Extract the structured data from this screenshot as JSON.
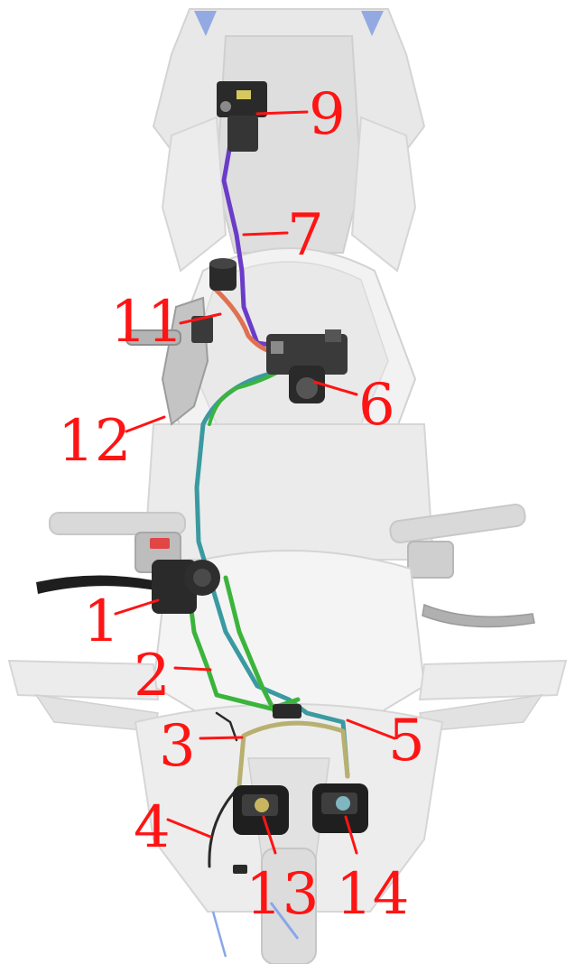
{
  "callouts": [
    {
      "id": "label-1",
      "text": "1"
    },
    {
      "id": "label-2",
      "text": "2"
    },
    {
      "id": "label-3",
      "text": "3"
    },
    {
      "id": "label-4",
      "text": "4"
    },
    {
      "id": "label-5",
      "text": "5"
    },
    {
      "id": "label-6",
      "text": "6"
    },
    {
      "id": "label-7",
      "text": "7"
    },
    {
      "id": "label-9",
      "text": "9"
    },
    {
      "id": "label-11",
      "text": "11"
    },
    {
      "id": "label-12",
      "text": "12"
    },
    {
      "id": "label-13",
      "text": "13"
    },
    {
      "id": "label-14",
      "text": "14"
    }
  ],
  "colors": {
    "callout": "#ff1414",
    "body": "#e6e6e6",
    "bodyEdge": "#cfcfcf",
    "component": "#2a2a2a",
    "lineGreen": "#3cb43c",
    "lineTeal": "#3a9aa0",
    "lineViolet": "#6a3cc8",
    "lineOrange": "#e07050",
    "lineOlive": "#b8b070",
    "accentBlue": "#6f8fe0"
  }
}
